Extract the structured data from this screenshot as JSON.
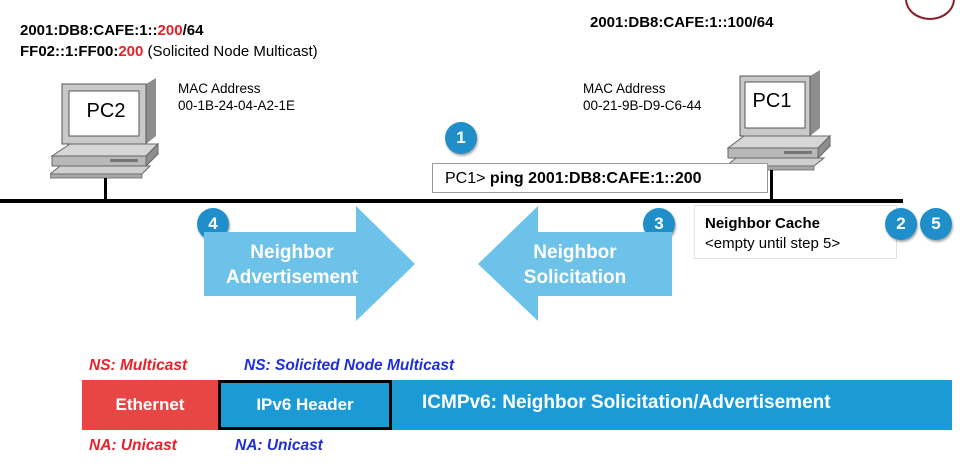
{
  "pc2": {
    "label": "PC2",
    "ip_prefix": "2001:DB8:CAFE:1::",
    "ip_suffix": "200",
    "ip_mask": "/64",
    "mcast_prefix": "FF02::1:FF00:",
    "mcast_suffix": "200",
    "mcast_note": "(Solicited Node Multicast)",
    "mac_title": "MAC Address",
    "mac": "00-1B-24-04-A2-1E"
  },
  "pc1": {
    "label": "PC1",
    "ip": "2001:DB8:CAFE:1::100/64",
    "mac_title": "MAC Address",
    "mac": "00-21-9B-D9-C6-44"
  },
  "ping": {
    "prompt": "PC1>",
    "command": "ping 2001:DB8:CAFE:1::200"
  },
  "steps": {
    "s1": "1",
    "s2": "2",
    "s3": "3",
    "s4": "4",
    "s5": "5"
  },
  "neighbor_cache": {
    "title": "Neighbor Cache",
    "content": "<empty until step 5>"
  },
  "arrows": {
    "advertisement": {
      "line1": "Neighbor",
      "line2": "Advertisement"
    },
    "solicitation": {
      "line1": "Neighbor",
      "line2": "Solicitation"
    }
  },
  "labels": {
    "ns_multicast": "NS: Multicast",
    "ns_solicited": "NS: Solicited Node Multicast",
    "na_unicast_1": "NA: Unicast",
    "na_unicast_2": "NA: Unicast"
  },
  "packet": {
    "ethernet": "Ethernet",
    "ipv6": "IPv6 Header",
    "icmpv6": "ICMPv6: Neighbor Solicitation/Advertisement"
  },
  "colors": {
    "step_blue": "#1f8ec9",
    "arrow_blue": "#6cc2e8",
    "ethernet_red": "#e84545",
    "icmp_blue": "#1c9ad6",
    "label_red": "#e8202a",
    "label_blue": "#1f2fd6"
  }
}
